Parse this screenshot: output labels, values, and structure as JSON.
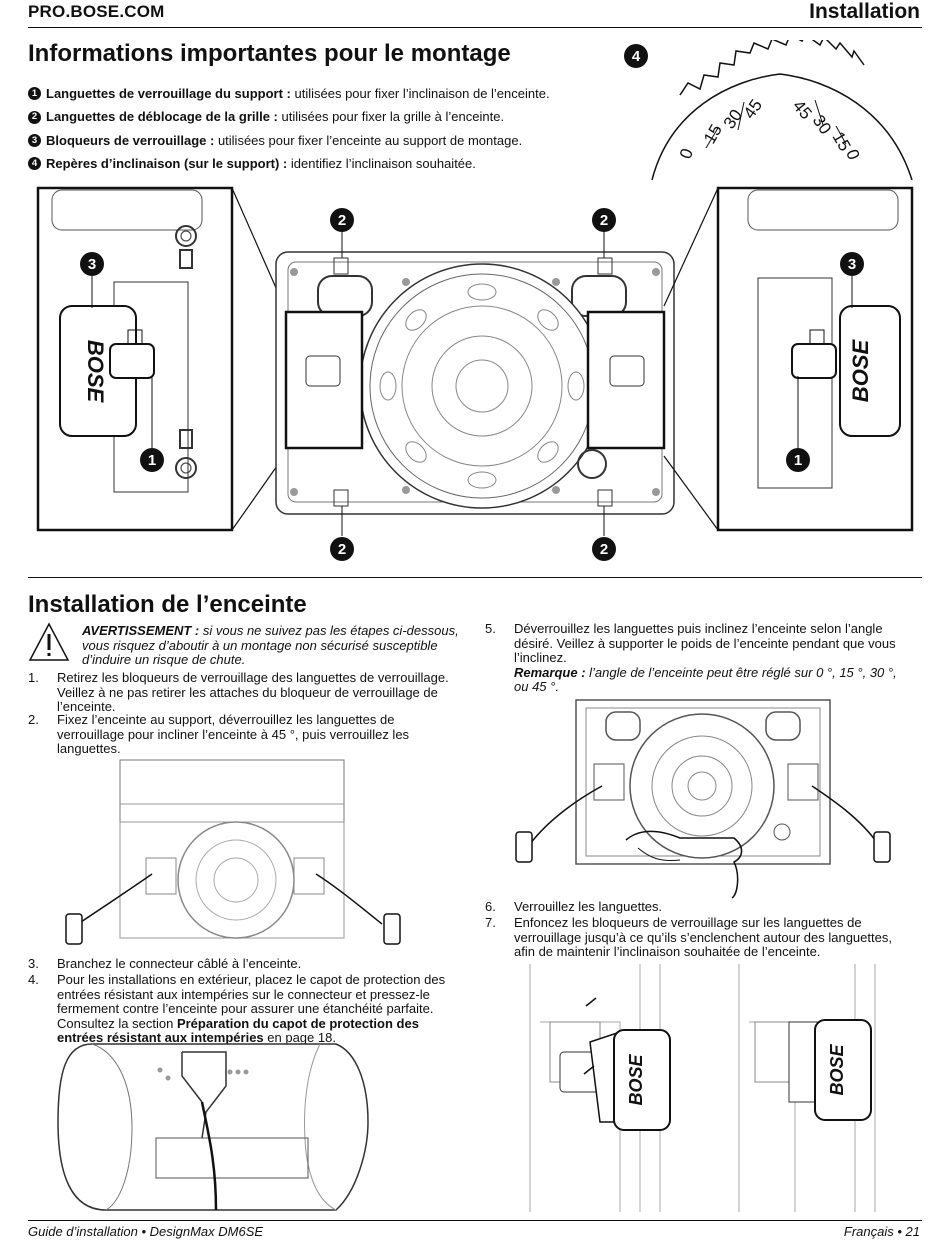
{
  "header": {
    "site": "PRO.BOSE.COM",
    "section": "Installation"
  },
  "mounting": {
    "title": "Informations importantes pour le montage",
    "items": [
      {
        "num": "1",
        "label": "Languettes de verrouillage du support :",
        "text": " utilisées pour fixer l’inclinaison de l’enceinte."
      },
      {
        "num": "2",
        "label": "Languettes de déblocage de la grille :",
        "text": " utilisées pour fixer la grille à l’enceinte."
      },
      {
        "num": "3",
        "label": "Bloqueurs de verrouillage :",
        "text": " utilisées pour fixer l’enceinte au support de montage."
      },
      {
        "num": "4",
        "label": "Repères d’inclinaison (sur le support) :",
        "text": " identifiez l’inclinaison souhaitée."
      }
    ],
    "callouts": {
      "c1": "1",
      "c2": "2",
      "c3": "3",
      "c4": "4"
    },
    "tilt_marks": [
      "0",
      "15",
      "30",
      "45",
      "45",
      "30",
      "15",
      "0"
    ],
    "brand_mark": "BOSE"
  },
  "install": {
    "title": "Installation de l’enceinte",
    "warning_label": "AVERTISSEMENT :",
    "warning_text": " si vous ne suivez pas les étapes ci-dessous, vous risquez d’aboutir à un montage non sécurisé susceptible d’induire un risque de chute.",
    "steps": [
      {
        "n": "1.",
        "text": "Retirez les bloqueurs de verrouillage des languettes de verrouillage. Veillez à ne pas retirer les attaches du bloqueur de verrouillage de l’enceinte."
      },
      {
        "n": "2.",
        "text": "Fixez l’enceinte au support, déverrouillez les languettes de verrouillage pour incliner l’enceinte à 45 °, puis verrouillez les languettes."
      },
      {
        "n": "3.",
        "text": "Branchez le connecteur câblé à l’enceinte."
      },
      {
        "n": "4.",
        "text_a": "Pour les installations en extérieur, placez le capot de protection des entrées résistant aux intempéries sur le connecteur et pressez-le fermement contre l’enceinte pour assurer une étanchéité parfaite. Consultez la section ",
        "bold": "Préparation du capot de protection des entrées résistant aux intempéries",
        "text_b": " en page 18."
      },
      {
        "n": "5.",
        "text": "Déverrouillez les languettes puis inclinez l’enceinte selon l’angle désiré. Veillez à supporter le poids de l’enceinte pendant que vous l’inclinez.",
        "note_label": "Remarque :",
        "note_text": " l’angle de l’enceinte peut être réglé sur 0 °, 15 °, 30 °, ou 45 °."
      },
      {
        "n": "6.",
        "text": "Verrouillez les languettes."
      },
      {
        "n": "7.",
        "text": "Enfoncez les bloqueurs de verrouillage sur les languettes de verrouillage jusqu’à ce qu’ils s’enclenchent autour des languettes, afin de maintenir l’inclinaison souhaitée de l’enceinte."
      }
    ]
  },
  "footer": {
    "left": "Guide d’installation • DesignMax DM6SE",
    "right": "Français • 21"
  }
}
